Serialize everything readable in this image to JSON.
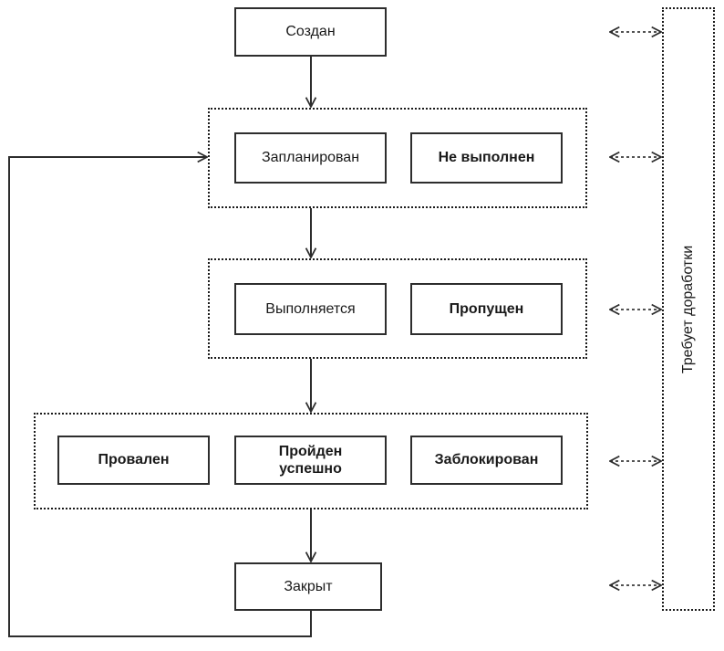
{
  "diagram": {
    "nodes": {
      "created": "Создан",
      "planned": "Запланирован",
      "not_executed": "Не выполнен",
      "executing": "Выполняется",
      "skipped": "Пропущен",
      "failed": "Провален",
      "passed_line1": "Пройден",
      "passed_line2": "успешно",
      "blocked": "Заблокирован",
      "closed": "Закрыт",
      "rework": "Требует доработки"
    },
    "colors": {
      "line": "#2d2d2d",
      "border_dotted": "#1a1a1a",
      "background": "#ffffff"
    }
  }
}
